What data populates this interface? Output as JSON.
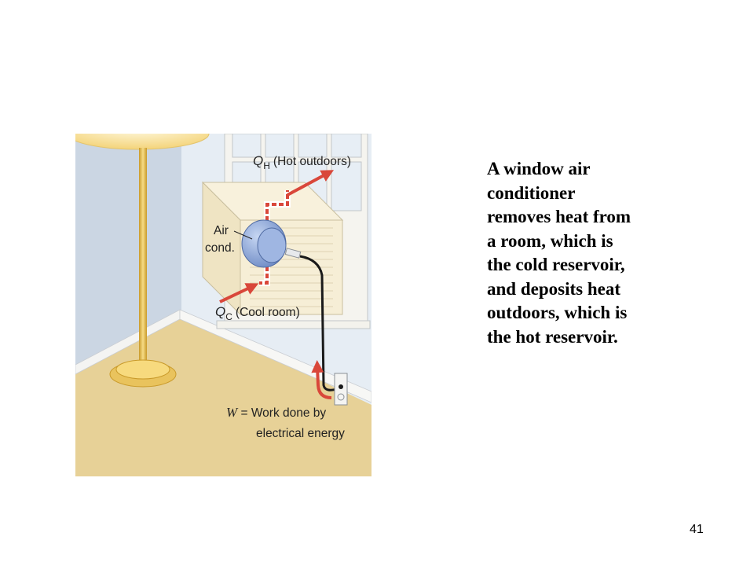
{
  "figure": {
    "labels": {
      "qh_symbol": "Q",
      "qh_sub": "H",
      "qh_desc": "(Hot outdoors)",
      "qc_symbol": "Q",
      "qc_sub": "C",
      "qc_desc": "(Cool room)",
      "ac_line1": "Air",
      "ac_line2": "cond.",
      "work_symbol": "W",
      "work_eq": " = Work done by",
      "work_line2": "electrical energy"
    },
    "colors": {
      "arrow": "#d9473a",
      "floor": "#e7d197",
      "wall": "#dfe7f0",
      "unit": "#f3ead2",
      "compressor": "#8aa5d6"
    }
  },
  "caption": {
    "lines": [
      "A window air",
      "conditioner",
      "removes heat from",
      "a room, which is",
      "the cold reservoir,",
      "and deposits heat",
      "outdoors, which is",
      "the hot reservoir."
    ]
  },
  "page_number": "41"
}
